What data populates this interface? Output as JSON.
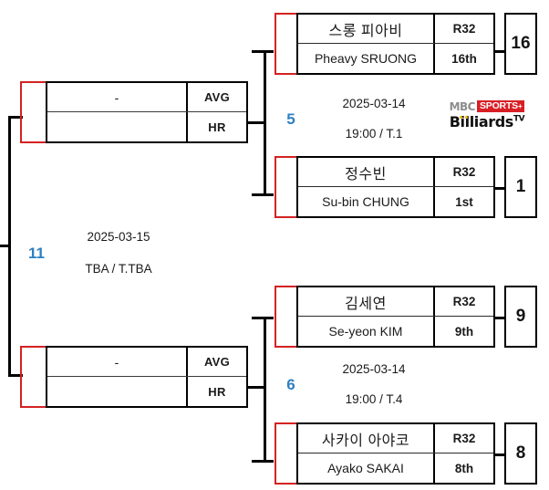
{
  "tournament": {
    "broadcaster": {
      "mbc": "MBC",
      "sports": "SPORTS",
      "sports_plus": "+",
      "billiards": "Billiards",
      "tv": "TV"
    }
  },
  "final_match": {
    "number": "11",
    "date": "2025-03-15",
    "time_table": "TBA /  T.TBA"
  },
  "semifinals": [
    {
      "id": "semi-upper",
      "winner_placeholder": "-",
      "stat_avg": "AVG",
      "stat_hr": "HR"
    },
    {
      "id": "semi-lower",
      "winner_placeholder": "-",
      "stat_avg": "AVG",
      "stat_hr": "HR"
    }
  ],
  "matches": [
    {
      "number": "5",
      "date": "2025-03-14",
      "time_table": "19:00 /  T.1",
      "players": [
        {
          "name_kor": "스롱 피아비",
          "name_eng": "Pheavy SRUONG",
          "round": "R32",
          "rank": "16th",
          "seed": "16"
        },
        {
          "name_kor": "정수빈",
          "name_eng": "Su-bin CHUNG",
          "round": "R32",
          "rank": "1st",
          "seed": "1"
        }
      ]
    },
    {
      "number": "6",
      "date": "2025-03-14",
      "time_table": "19:00 /  T.4",
      "players": [
        {
          "name_kor": "김세연",
          "name_eng": "Se-yeon KIM",
          "round": "R32",
          "rank": "9th",
          "seed": "9"
        },
        {
          "name_kor": "사카이 아야코",
          "name_eng": "Ayako SAKAI",
          "round": "R32",
          "rank": "8th",
          "seed": "8"
        }
      ]
    }
  ],
  "colors": {
    "accent_blue": "#2f7fc1",
    "marker_red": "#d32222",
    "logo_red": "#d81f26",
    "line_black": "#000000"
  }
}
